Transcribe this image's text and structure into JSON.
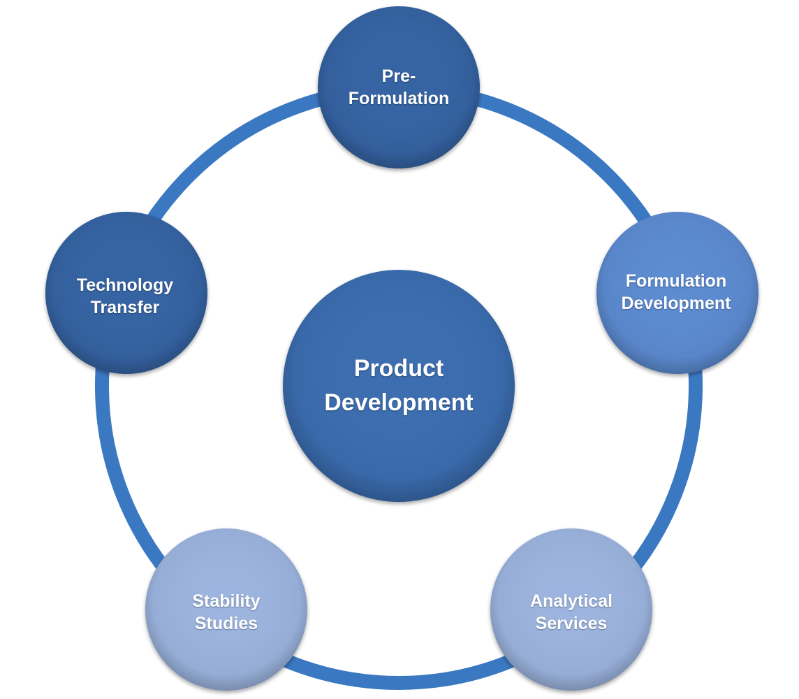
{
  "diagram": {
    "center": {
      "lines": [
        "Product",
        "Development"
      ],
      "color": "#3a6db0"
    },
    "nodes": [
      {
        "id": "pre-formulation",
        "lines": [
          "Pre-",
          "Formulation"
        ],
        "color": "#3563a3"
      },
      {
        "id": "formulation-development",
        "lines": [
          "Formulation",
          "Development"
        ],
        "color": "#5b8bd1"
      },
      {
        "id": "analytical-services",
        "lines": [
          "Analytical",
          "Services"
        ],
        "color": "#9cb4df"
      },
      {
        "id": "stability-studies",
        "lines": [
          "Stability",
          "Studies"
        ],
        "color": "#9cb4df"
      },
      {
        "id": "technology-transfer",
        "lines": [
          "Technology",
          "Transfer"
        ],
        "color": "#3563a3"
      }
    ],
    "ring_color": "#3a78c2"
  }
}
